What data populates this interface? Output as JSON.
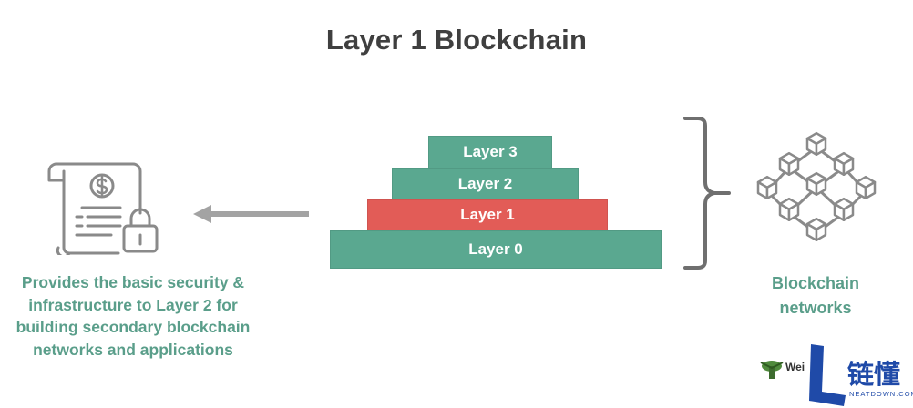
{
  "title": "Layer 1 Blockchain",
  "colors": {
    "teal": "#5aa890",
    "red": "#e25c57",
    "caption": "#5a9e8a",
    "icon": "#8a8a8a",
    "arrow": "#a3a3a3"
  },
  "layers": [
    {
      "label": "Layer 3",
      "color": "#5aa890"
    },
    {
      "label": "Layer 2",
      "color": "#5aa890"
    },
    {
      "label": "Layer 1",
      "color": "#e25c57"
    },
    {
      "label": "Layer 0",
      "color": "#5aa890"
    }
  ],
  "left_caption": [
    "Provides the basic security &",
    "infrastructure to Layer 2 for",
    "building secondary blockchain",
    "networks and applications"
  ],
  "right_caption": [
    "Blockchain",
    "networks"
  ],
  "icons": {
    "document": "secure-document-icon",
    "network": "blockchain-network-icon",
    "arrow": "left-arrow-icon",
    "brace": "right-brace-icon"
  },
  "watermark": {
    "brand": "链懂",
    "url": "NEATDOWN.COM",
    "small": "Wei"
  }
}
